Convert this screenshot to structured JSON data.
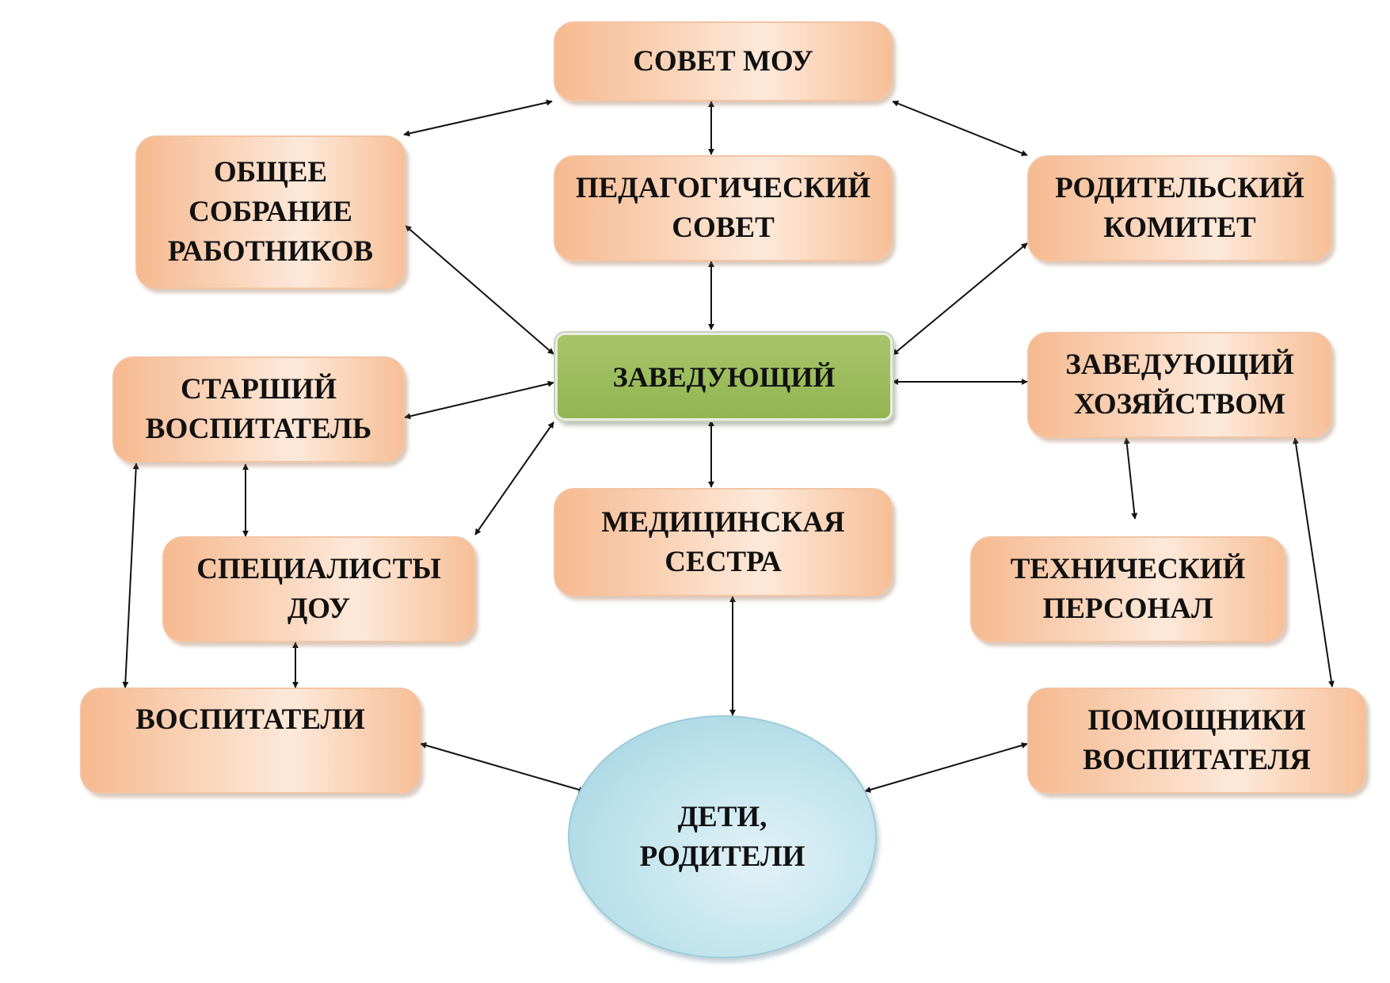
{
  "diagram": {
    "nodes": {
      "sovet_mou": "СОВЕТ МОУ",
      "obshchee_sobranie": "ОБЩЕЕ\nСОБРАНИЕ\nРАБОТНИКОВ",
      "ped_sovet": "ПЕДАГОГИЧЕСКИЙ\nСОВЕТ",
      "rod_komitet": "РОДИТЕЛЬСКИЙ\nКОМИТЕТ",
      "zaveduyushchiy": "ЗАВЕДУЮЩИЙ",
      "starshiy_vospitatel": "СТАРШИЙ\nВОСПИТАТЕЛЬ",
      "zav_hozyaystvom": "ЗАВЕДУЮЩИЙ\nХОЗЯЙСТВОМ",
      "spetsialisty": "СПЕЦИАЛИСТЫ\nДОУ",
      "med_sestra": "МЕДИЦИНСКАЯ\nСЕСТРА",
      "tekh_personal": "ТЕХНИЧЕСКИЙ\nПЕРСОНАЛ",
      "vospitateli": "ВОСПИТАТЕЛИ",
      "pomoshchniki": "ПОМОЩНИКИ\nВОСПИТАТЕЛЯ",
      "deti_roditeli": "ДЕТИ,\nРОДИТЕЛИ"
    },
    "colors": {
      "box": "#f8c7a4",
      "center": "#9bbb59",
      "ellipse": "#b7dde8",
      "arrow": "#111111"
    }
  }
}
